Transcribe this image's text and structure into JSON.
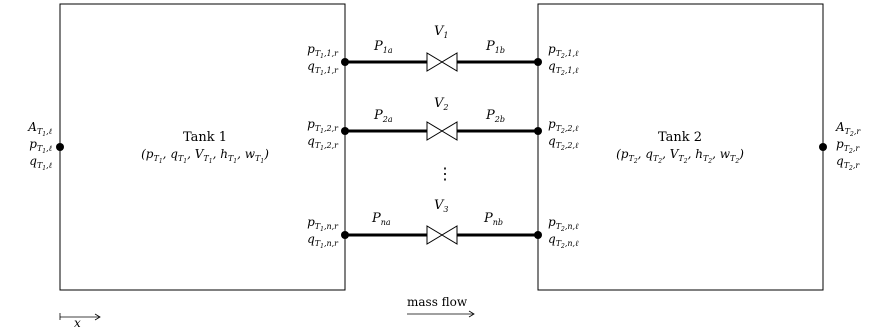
{
  "tank1": {
    "name": "Tank 1",
    "state": "(pT1, qT1, VT1, hT1, wT1)"
  },
  "tank2": {
    "name": "Tank 2",
    "state": "(pT2, qT2, VT2, hT2, wT2)"
  },
  "left_boundary": [
    "AT1,ℓ",
    "pT1,ℓ",
    "qT1,ℓ"
  ],
  "right_boundary": [
    "AT2,r",
    "pT2,r",
    "qT2,r"
  ],
  "connections": [
    {
      "valve": "V1",
      "pipe_a": "P1a",
      "pipe_b": "P1b",
      "tank1_port": [
        "pT1,1,r",
        "qT1,1,r"
      ],
      "tank2_port": [
        "pT2,1,ℓ",
        "qT2,1,ℓ"
      ]
    },
    {
      "valve": "V2",
      "pipe_a": "P2a",
      "pipe_b": "P2b",
      "tank1_port": [
        "pT1,2,r",
        "qT1,2,r"
      ],
      "tank2_port": [
        "pT2,2,ℓ",
        "qT2,2,ℓ"
      ]
    },
    {
      "valve": "V3",
      "pipe_a": "Pna",
      "pipe_b": "Pnb",
      "tank1_port": [
        "pT1,n,r",
        "qT1,n,r"
      ],
      "tank2_port": [
        "pT2,n,ℓ",
        "qT2,n,ℓ"
      ]
    }
  ],
  "ellipsis": "⋮",
  "mass_flow_label": "mass flow",
  "x_axis_label": "x"
}
